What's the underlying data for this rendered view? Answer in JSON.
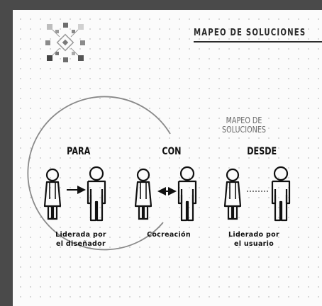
{
  "title": "MAPEO DE SOLUCIONES",
  "circle_label": {
    "line1": "MAPEO DE",
    "line2": "SOLUCIONES"
  },
  "groups": [
    {
      "heading": "PARA",
      "caption_line1": "Liderada por",
      "caption_line2": "el diseñador",
      "connector": "arrow"
    },
    {
      "heading": "CON",
      "caption_line1": "Cocreación",
      "caption_line2": "",
      "connector": "double-arrow"
    },
    {
      "heading": "DESDE",
      "caption_line1": "Liderado por",
      "caption_line2": "el usuario",
      "connector": "dotted-line"
    }
  ],
  "icons": [
    "logo-icon",
    "woman-icon",
    "man-icon"
  ],
  "colors": {
    "frame": "#4a4a4a",
    "page": "#fbfbfb",
    "ink": "#111111",
    "circle": "#8a8a8a",
    "dots": "#cfcfcf"
  }
}
